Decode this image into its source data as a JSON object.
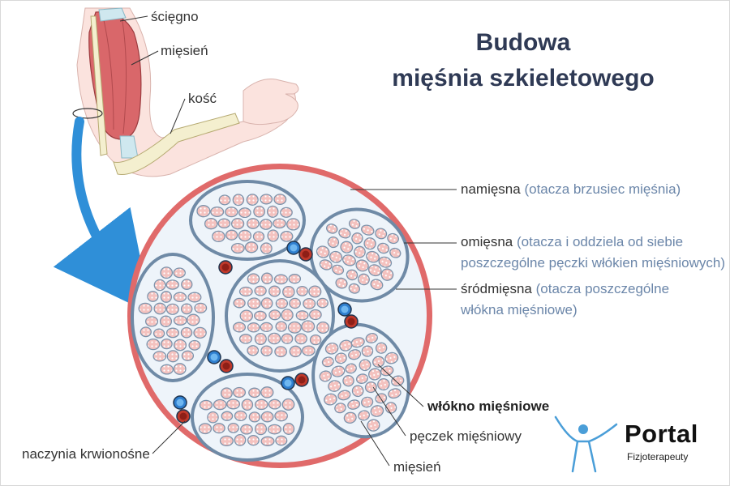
{
  "title": {
    "line1": "Budowa",
    "line2": "mięśnia szkieletowego"
  },
  "arm_labels": {
    "tendon": "ścięgno",
    "muscle": "mięsień",
    "bone": "kość"
  },
  "labels": {
    "epimysium": "namięsna",
    "epimysium_note": "(otacza brzusiec mięśnia)",
    "perimysium": "omięsna",
    "perimysium_note1": "(otacza i oddziela od siebie",
    "perimysium_note2": "poszczególne pęczki włókien mięśniowych)",
    "endomysium": "śródmięsna",
    "endomysium_note1": "(otacza poszczególne",
    "endomysium_note2": "włókna mięśniowe)",
    "fiber": "włókno mięśniowe",
    "bundle": "pęczek mięśniowy",
    "muscle": "mięsień",
    "vessels": "naczynia krwionośne"
  },
  "logo": {
    "brand": "Portal",
    "sub": "Fizjoterapeuty"
  },
  "colors": {
    "title": "#2f3a55",
    "note": "#6b86a9",
    "outer_ring": "#e06a6a",
    "muscle_fill": "#eef4fa",
    "bundle_ring": "#8da3bb",
    "fiber": "#f1b9b6",
    "artery": "#c0392b",
    "vein": "#2f7fcf",
    "arrow": "#2f8fd8",
    "logo_figure": "#4a9ed8"
  },
  "icons": {
    "logo_figure": "person-arms-up-icon",
    "arrow": "curved-arrow-icon"
  }
}
